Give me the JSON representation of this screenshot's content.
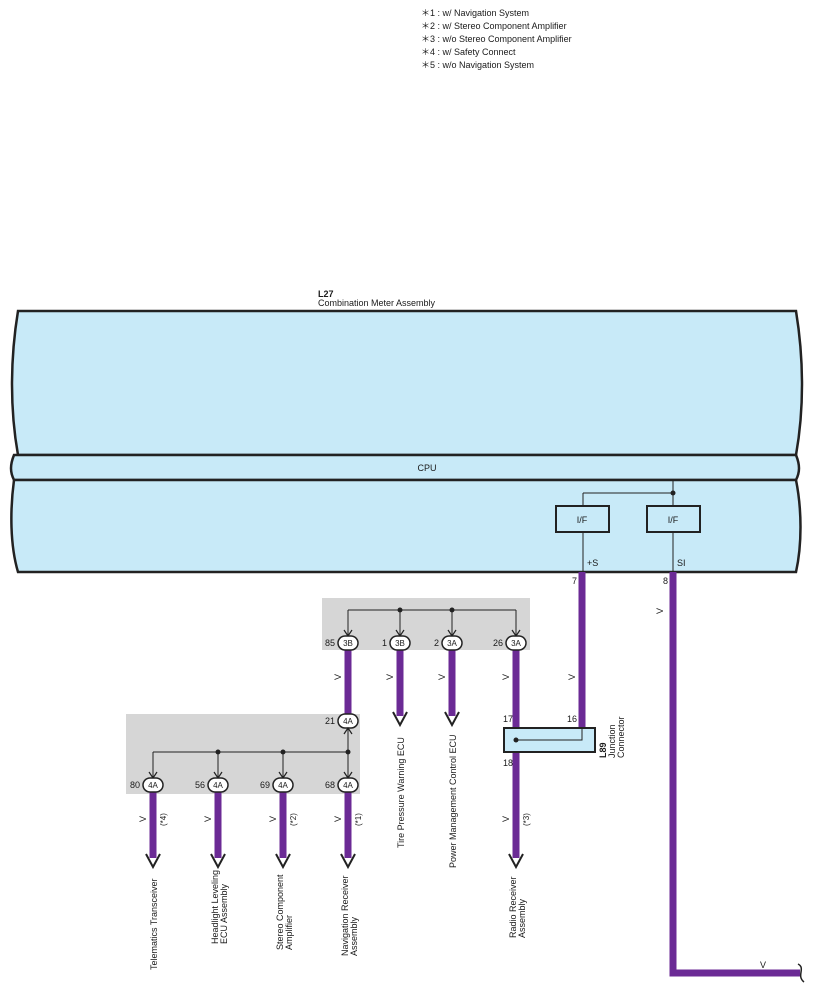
{
  "notes": [
    "＊1 : w/ Navigation System",
    "＊2 : w/ Stereo Component Amplifier",
    "＊3 : w/o Stereo Component Amplifier",
    "＊4 : w/ Safety Connect",
    "＊5 : w/o Navigation System"
  ],
  "meter": {
    "code": "L27",
    "name": "Combination Meter Assembly",
    "cpu": "CPU",
    "if_left": "I/F",
    "if_right": "I/F",
    "term_s": "+S",
    "term_si": "SI",
    "pin_s": "7",
    "pin_si": "8"
  },
  "wire_color": "V",
  "colors": {
    "wire": "#6b2a95",
    "panel": "#c8eaf8",
    "gray": "#d6d6d6"
  },
  "connectors_top": [
    {
      "pin": "85",
      "conn": "3B"
    },
    {
      "pin": "1",
      "conn": "3B"
    },
    {
      "pin": "2",
      "conn": "3A"
    },
    {
      "pin": "26",
      "conn": "3A"
    }
  ],
  "connector_mid": {
    "pin": "21",
    "conn": "4A"
  },
  "connectors_bottom": [
    {
      "pin": "80",
      "conn": "4A"
    },
    {
      "pin": "56",
      "conn": "4A"
    },
    {
      "pin": "69",
      "conn": "4A"
    },
    {
      "pin": "68",
      "conn": "4A"
    }
  ],
  "junction": {
    "code": "L89",
    "name1": "Junction",
    "name2": "Connector",
    "pin17": "17",
    "pin16": "16",
    "pin18": "18"
  },
  "notes_tags": {
    "n4": "(*4)",
    "n2": "(*2)",
    "n1": "(*1)",
    "n3": "(*3)"
  },
  "devices": {
    "telematics": "Telematics Transceiver",
    "headlight1": "Headlight Leveling",
    "headlight2": "ECU Assembly",
    "stereo1": "Stereo Component",
    "stereo2": "Amplifier",
    "nav1": "Navigation Receiver",
    "nav2": "Assembly",
    "tire": "Tire Pressure Warning ECU",
    "power": "Power Management Control ECU",
    "radio1": "Radio Receiver",
    "radio2": "Assembly"
  }
}
